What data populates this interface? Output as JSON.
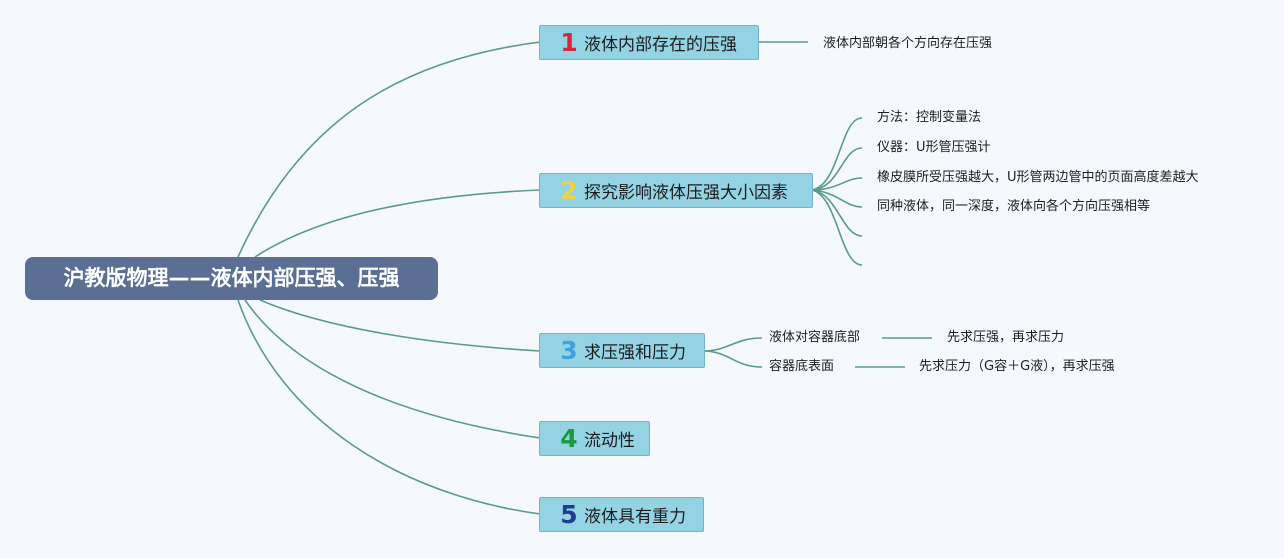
{
  "root": {
    "title": "沪教版物理——液体内部压强、压强"
  },
  "branches": [
    {
      "number": "1",
      "number_color": "#d2283c",
      "label": "液体内部存在的压强",
      "children": [
        {
          "text": "液体内部朝各个方向存在压强"
        }
      ]
    },
    {
      "number": "2",
      "number_color": "#f2d245",
      "label": "探究影响液体压强大小因素",
      "children": [
        {
          "text": "方法：控制变量法"
        },
        {
          "text": "仪器：U形管压强计"
        },
        {
          "text": "橡皮膜所受压强越大，U形管两边管中的页面高度差越大"
        },
        {
          "text": "同种液体，同一深度，液体向各个方向压强相等"
        },
        {
          "text": ""
        },
        {
          "text": ""
        }
      ]
    },
    {
      "number": "3",
      "number_color": "#3aa3e0",
      "label": "求压强和压力",
      "children": [
        {
          "text": "液体对容器底部",
          "detail": "先求压强，再求压力"
        },
        {
          "text": "容器底表面",
          "detail": "先求压力（G容＋G液），再求压强"
        }
      ]
    },
    {
      "number": "4",
      "number_color": "#1a9a3c",
      "label": "流动性",
      "children": []
    },
    {
      "number": "5",
      "number_color": "#1e3d8f",
      "label": "液体具有重力",
      "children": []
    }
  ],
  "colors": {
    "connector": "#5a9a8c",
    "background": "#f5f9fd",
    "root_fill": "#5b6f95",
    "branch_fill": "#94d3e3"
  }
}
